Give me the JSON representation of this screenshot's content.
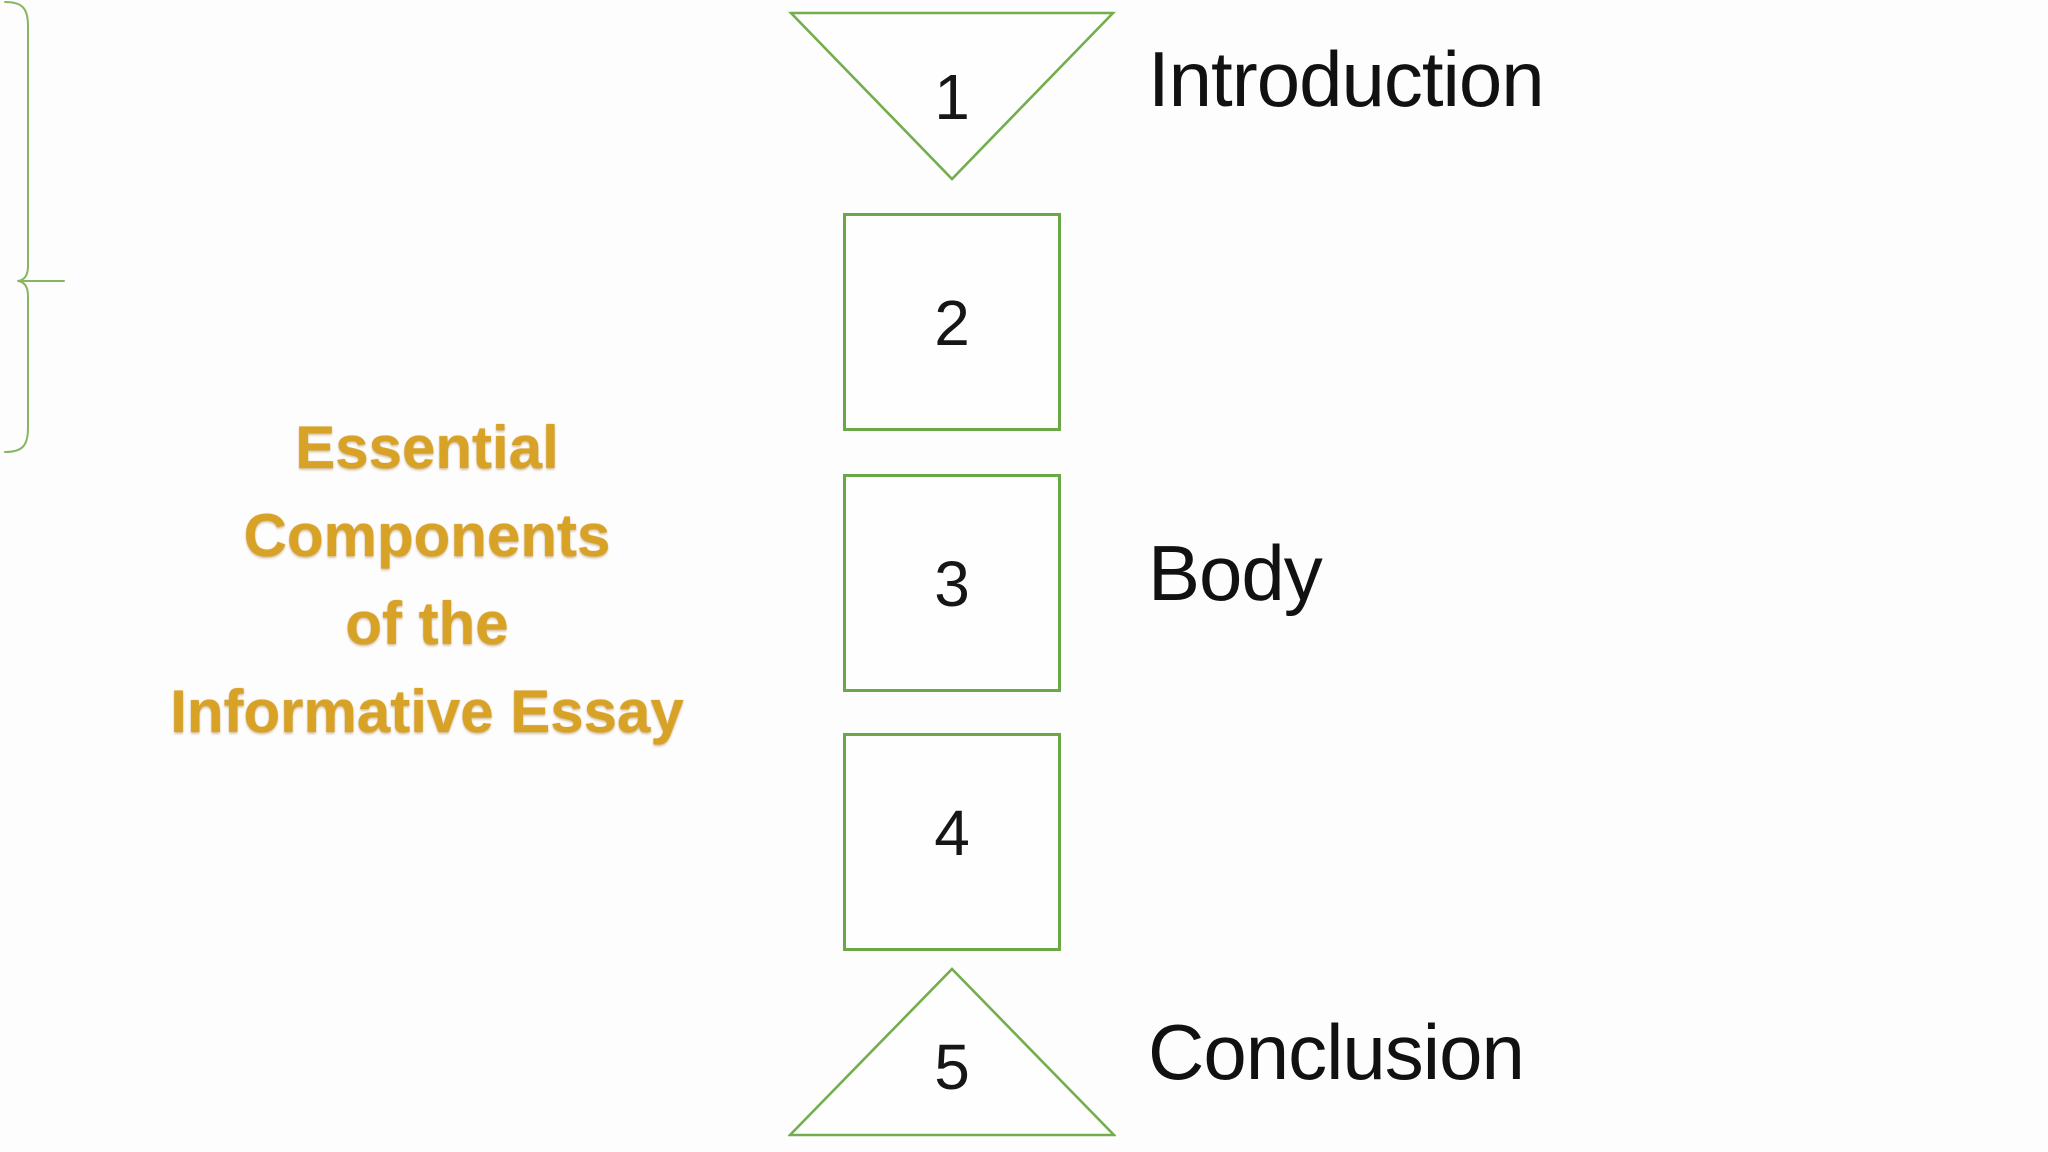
{
  "slide": {
    "title": {
      "lines": [
        "Essential",
        "Components",
        "of the",
        "Informative Essay"
      ]
    },
    "steps": [
      {
        "number": "1",
        "shape": "inverted-triangle",
        "label": "Introduction"
      },
      {
        "number": "2",
        "shape": "square"
      },
      {
        "number": "3",
        "shape": "square"
      },
      {
        "number": "4",
        "shape": "square"
      },
      {
        "number": "5",
        "shape": "triangle",
        "label": "Conclusion"
      }
    ],
    "brace": {
      "label": "Body",
      "groups_steps": "2-4"
    },
    "colors": {
      "title_gold": "#d8a226",
      "shape_outline": "#74ad4c",
      "square_outline": "#6ba746",
      "brace": "#88b561",
      "label_text": "#111111",
      "number_text": "#161616",
      "background": "#fdfdfd"
    }
  }
}
